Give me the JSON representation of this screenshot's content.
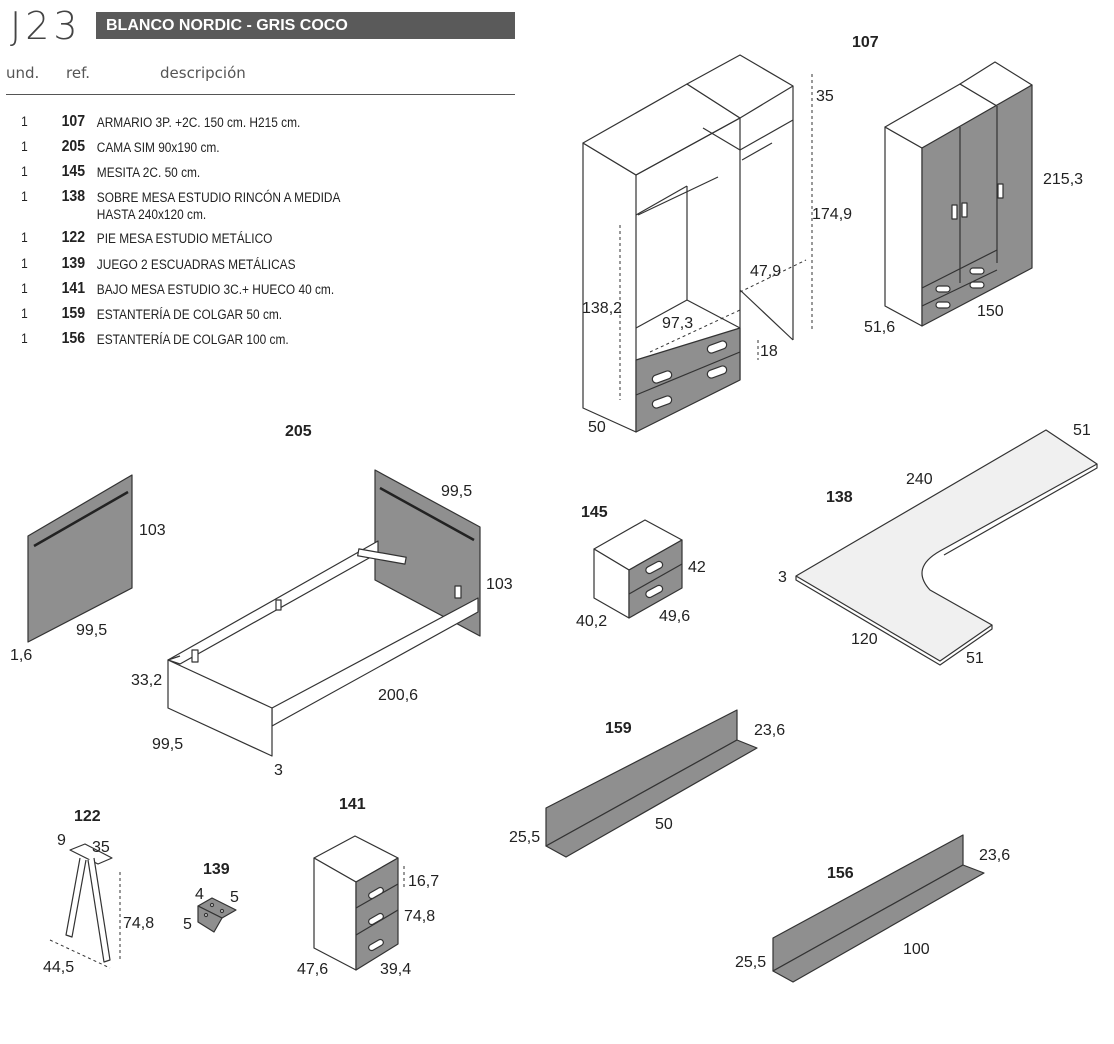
{
  "header": {
    "code": "J23",
    "title": "BLANCO NORDIC - GRIS COCO",
    "col_und": "und.",
    "col_ref": "ref.",
    "col_desc": "descripción"
  },
  "items": [
    {
      "und": "1",
      "ref": "107",
      "desc": "ARMARIO 3P. +2C. 150 cm. H215 cm."
    },
    {
      "und": "1",
      "ref": "205",
      "desc": "CAMA SIM 90x190 cm."
    },
    {
      "und": "1",
      "ref": "145",
      "desc": "MESITA 2C. 50 cm."
    },
    {
      "und": "1",
      "ref": "138",
      "desc": "SOBRE MESA ESTUDIO RINCÓN A MEDIDA",
      "desc2": "HASTA 240x120 cm."
    },
    {
      "und": "1",
      "ref": "122",
      "desc": "PIE MESA ESTUDIO METÁLICO"
    },
    {
      "und": "1",
      "ref": "139",
      "desc": "JUEGO 2 ESCUADRAS METÁLICAS"
    },
    {
      "und": "1",
      "ref": "141",
      "desc": "BAJO MESA ESTUDIO 3C.+ HUECO 40 cm."
    },
    {
      "und": "1",
      "ref": "159",
      "desc": "ESTANTERÍA DE COLGAR 50 cm."
    },
    {
      "und": "1",
      "ref": "156",
      "desc": "ESTANTERÍA DE COLGAR 100 cm."
    }
  ],
  "drawings": {
    "wardrobe": {
      "ref": "107",
      "dims": [
        "35",
        "174,9",
        "138,2",
        "47,9",
        "97,3",
        "18",
        "50",
        "215,3",
        "51,6",
        "150"
      ]
    },
    "bed": {
      "ref": "205",
      "dims": [
        "103",
        "99,5",
        "1,6",
        "99,5",
        "103",
        "33,2",
        "200,6",
        "99,5",
        "3"
      ]
    },
    "nightstand": {
      "ref": "145",
      "dims": [
        "42",
        "40,2",
        "49,6"
      ]
    },
    "desk_top": {
      "ref": "138",
      "dims": [
        "51",
        "240",
        "3",
        "120",
        "51"
      ]
    },
    "shelf_small": {
      "ref": "159",
      "dims": [
        "23,6",
        "25,5",
        "50"
      ]
    },
    "shelf_large": {
      "ref": "156",
      "dims": [
        "23,6",
        "25,5",
        "100"
      ]
    },
    "desk_leg": {
      "ref": "122",
      "dims": [
        "9",
        "35",
        "74,8",
        "44,5"
      ]
    },
    "brackets": {
      "ref": "139",
      "dims": [
        "4",
        "5",
        "5"
      ]
    },
    "drawer_unit": {
      "ref": "141",
      "dims": [
        "16,7",
        "74,8",
        "47,6",
        "39,4"
      ]
    }
  },
  "colors": {
    "grey": "#8f8f8f",
    "white": "#ffffff",
    "dark": "#5a5a5a"
  }
}
